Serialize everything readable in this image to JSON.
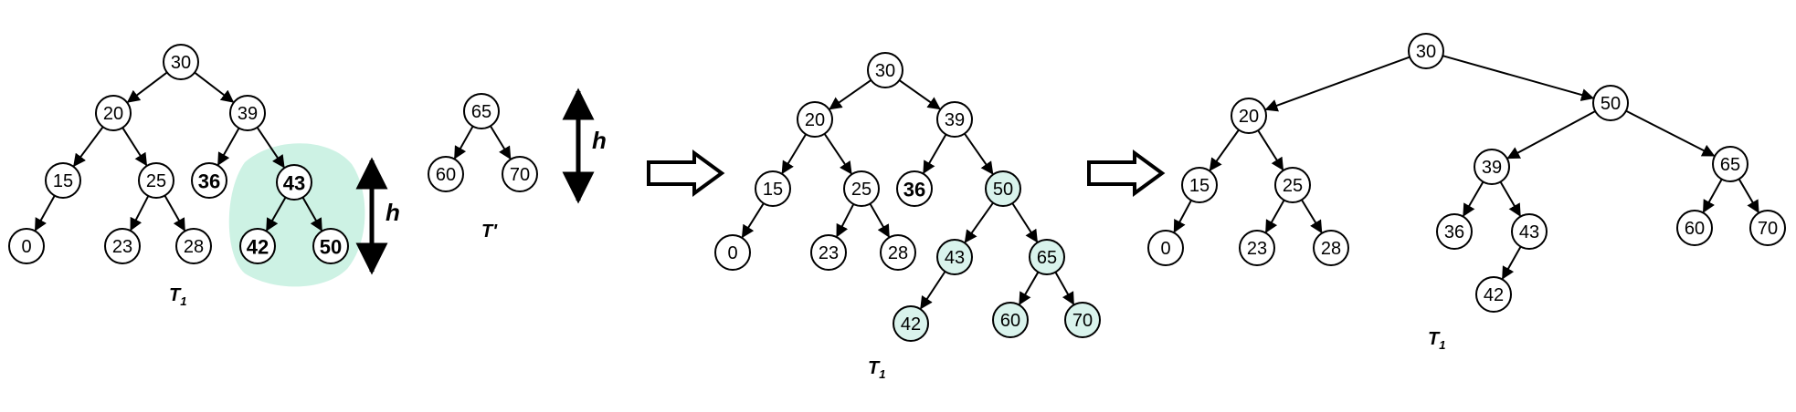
{
  "colors": {
    "highlight": "#d9f3ec",
    "blob": "#cdf2e4",
    "stroke": "#000000"
  },
  "panels": [
    {
      "id": "t1-before",
      "caption": "T",
      "caption_sub": "1",
      "nodes": [
        {
          "id": "a30",
          "label": "30"
        },
        {
          "id": "a20",
          "label": "20"
        },
        {
          "id": "a39",
          "label": "39"
        },
        {
          "id": "a15",
          "label": "15"
        },
        {
          "id": "a25",
          "label": "25"
        },
        {
          "id": "a36",
          "label": "36",
          "bold": true
        },
        {
          "id": "a43",
          "label": "43",
          "bold": true
        },
        {
          "id": "a0",
          "label": "0"
        },
        {
          "id": "a23",
          "label": "23"
        },
        {
          "id": "a28",
          "label": "28"
        },
        {
          "id": "a42",
          "label": "42",
          "bold": true
        },
        {
          "id": "a50",
          "label": "50",
          "bold": true
        }
      ],
      "edges": [
        [
          "a30",
          "a20"
        ],
        [
          "a30",
          "a39"
        ],
        [
          "a20",
          "a15"
        ],
        [
          "a20",
          "a25"
        ],
        [
          "a39",
          "a36"
        ],
        [
          "a39",
          "a43"
        ],
        [
          "a15",
          "a0"
        ],
        [
          "a25",
          "a23"
        ],
        [
          "a25",
          "a28"
        ],
        [
          "a43",
          "a42"
        ],
        [
          "a43",
          "a50"
        ]
      ],
      "height_label": "h"
    },
    {
      "id": "t-prime",
      "caption": "T'",
      "nodes": [
        {
          "id": "b65",
          "label": "65"
        },
        {
          "id": "b60",
          "label": "60"
        },
        {
          "id": "b70",
          "label": "70"
        }
      ],
      "edges": [
        [
          "b65",
          "b60"
        ],
        [
          "b65",
          "b70"
        ]
      ],
      "height_label": "h"
    },
    {
      "id": "t1-middle",
      "caption": "T",
      "caption_sub": "1",
      "nodes": [
        {
          "id": "c30",
          "label": "30"
        },
        {
          "id": "c20",
          "label": "20"
        },
        {
          "id": "c39",
          "label": "39"
        },
        {
          "id": "c15",
          "label": "15"
        },
        {
          "id": "c25",
          "label": "25"
        },
        {
          "id": "c36",
          "label": "36",
          "bold": true
        },
        {
          "id": "c50",
          "label": "50",
          "hl": true
        },
        {
          "id": "c0",
          "label": "0"
        },
        {
          "id": "c23",
          "label": "23"
        },
        {
          "id": "c28",
          "label": "28"
        },
        {
          "id": "c43",
          "label": "43",
          "hl": true
        },
        {
          "id": "c65",
          "label": "65",
          "hl": true
        },
        {
          "id": "c42",
          "label": "42",
          "hl": true
        },
        {
          "id": "c60",
          "label": "60",
          "hl": true
        },
        {
          "id": "c70",
          "label": "70",
          "hl": true
        }
      ],
      "edges": [
        [
          "c30",
          "c20"
        ],
        [
          "c30",
          "c39"
        ],
        [
          "c20",
          "c15"
        ],
        [
          "c20",
          "c25"
        ],
        [
          "c39",
          "c36"
        ],
        [
          "c39",
          "c50"
        ],
        [
          "c15",
          "c0"
        ],
        [
          "c25",
          "c23"
        ],
        [
          "c25",
          "c28"
        ],
        [
          "c50",
          "c43"
        ],
        [
          "c50",
          "c65"
        ],
        [
          "c43",
          "c42"
        ],
        [
          "c65",
          "c60"
        ],
        [
          "c65",
          "c70"
        ]
      ]
    },
    {
      "id": "t1-after",
      "caption": "T",
      "caption_sub": "1",
      "nodes": [
        {
          "id": "d30",
          "label": "30"
        },
        {
          "id": "d20",
          "label": "20"
        },
        {
          "id": "d50",
          "label": "50"
        },
        {
          "id": "d15",
          "label": "15"
        },
        {
          "id": "d25",
          "label": "25"
        },
        {
          "id": "d39",
          "label": "39"
        },
        {
          "id": "d65",
          "label": "65"
        },
        {
          "id": "d0",
          "label": "0"
        },
        {
          "id": "d23",
          "label": "23"
        },
        {
          "id": "d28",
          "label": "28"
        },
        {
          "id": "d36",
          "label": "36"
        },
        {
          "id": "d43",
          "label": "43"
        },
        {
          "id": "d60",
          "label": "60"
        },
        {
          "id": "d70",
          "label": "70"
        },
        {
          "id": "d42",
          "label": "42"
        }
      ],
      "edges": [
        [
          "d30",
          "d20"
        ],
        [
          "d30",
          "d50"
        ],
        [
          "d20",
          "d15"
        ],
        [
          "d20",
          "d25"
        ],
        [
          "d50",
          "d39"
        ],
        [
          "d50",
          "d65"
        ],
        [
          "d15",
          "d0"
        ],
        [
          "d25",
          "d23"
        ],
        [
          "d25",
          "d28"
        ],
        [
          "d39",
          "d36"
        ],
        [
          "d39",
          "d43"
        ],
        [
          "d65",
          "d60"
        ],
        [
          "d65",
          "d70"
        ],
        [
          "d43",
          "d42"
        ]
      ]
    }
  ]
}
